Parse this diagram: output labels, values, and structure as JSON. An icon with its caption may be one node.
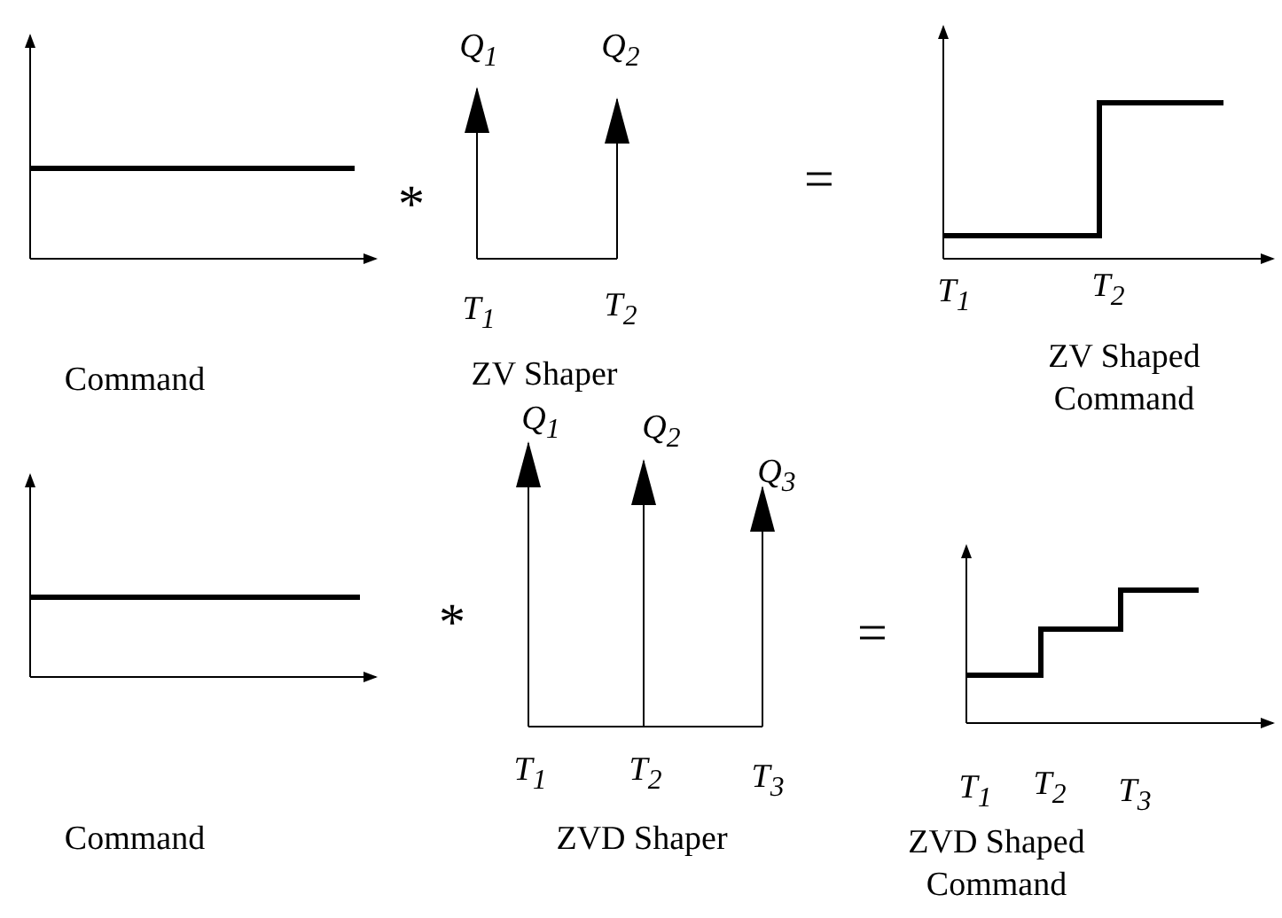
{
  "diagram": {
    "labels": [
      "Q$_{1}$",
      "Q$_{2}$",
      "*",
      "=",
      "T$_{1}$",
      "T$_{2}$",
      "T$_{1}$",
      "T$_{2}$",
      "Command",
      "ZV Shaper",
      "ZV Shaped Command",
      "Q$_{1}$",
      "Q$_{2}$",
      "Q$_{3}$",
      "*",
      "=",
      "T$_{1}$",
      "T$_{2}$",
      "T$_{3}$",
      "T$_{1}$",
      "T$_{2}$",
      "T$_{3}$",
      "Command",
      "ZVD Shaper",
      "ZVD Shaped Command"
    ]
  }
}
